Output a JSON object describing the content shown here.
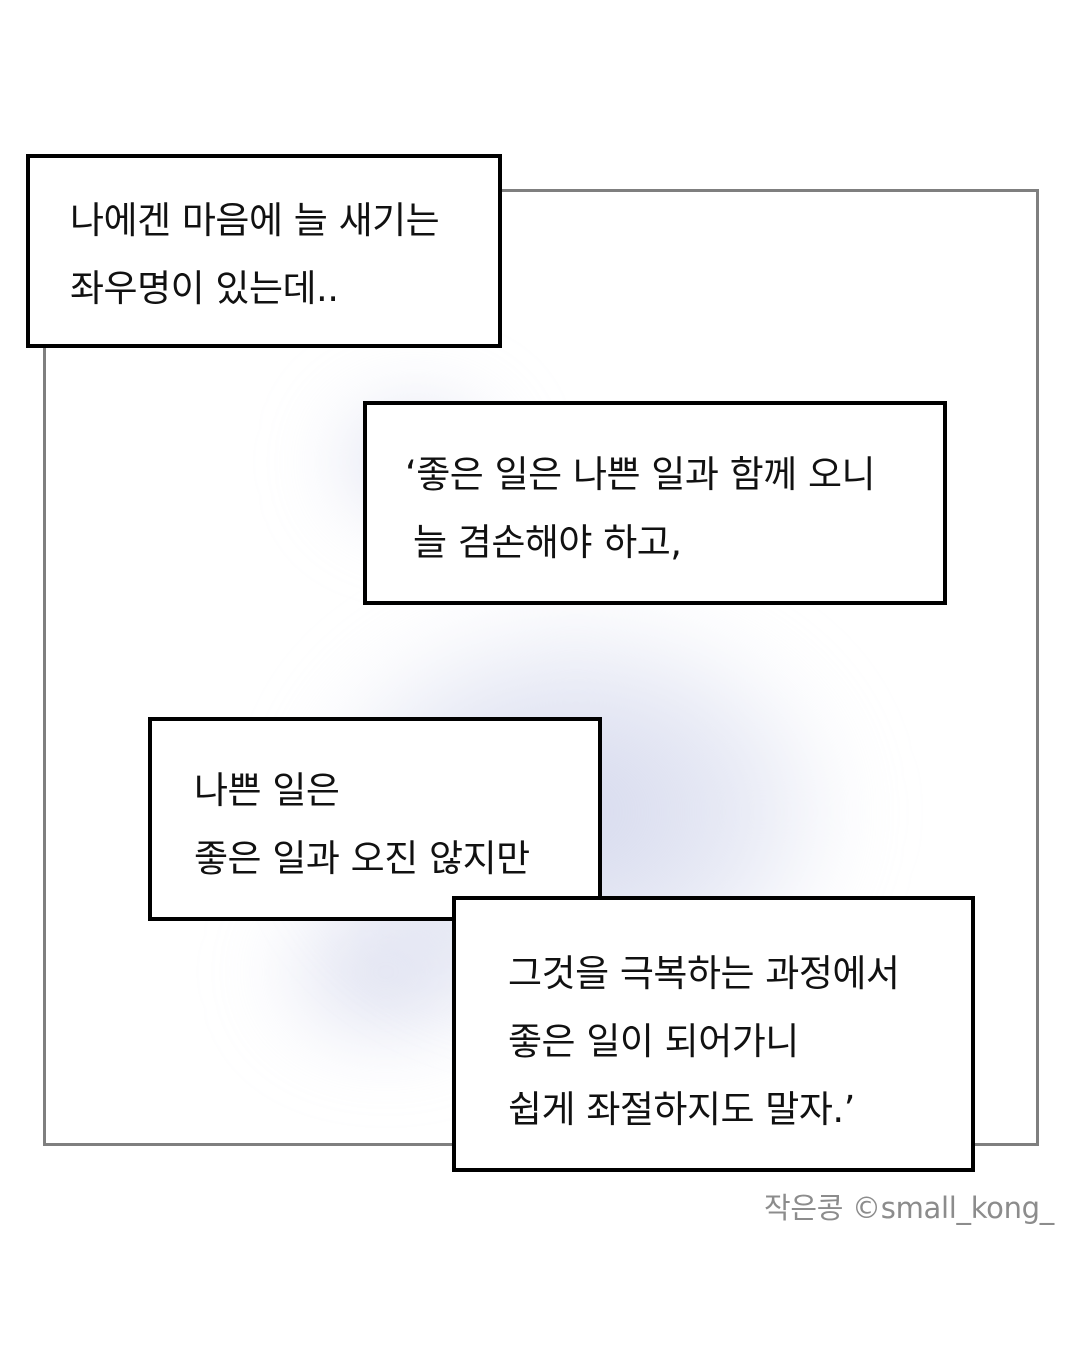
{
  "captions": [
    {
      "lines": [
        "나에겐 마음에 늘 새기는",
        "좌우명이 있는데.."
      ]
    },
    {
      "lines": [
        "‘좋은 일은 나쁜 일과 함께 오니",
        "늘 겸손해야 하고,"
      ]
    },
    {
      "lines": [
        "나쁜 일은",
        "좋은 일과 오진 않지만"
      ]
    },
    {
      "lines": [
        "그것을 극복하는 과정에서",
        "좋은 일이 되어가니",
        "쉽게 좌절하지도 말자.’"
      ]
    }
  ],
  "credit": "작은콩 ©small_kong_",
  "colors": {
    "frame_border": "#7f7f7f",
    "caption_border": "#000000",
    "glow": "#d2d6ec",
    "credit_text": "#8c8c8c"
  }
}
